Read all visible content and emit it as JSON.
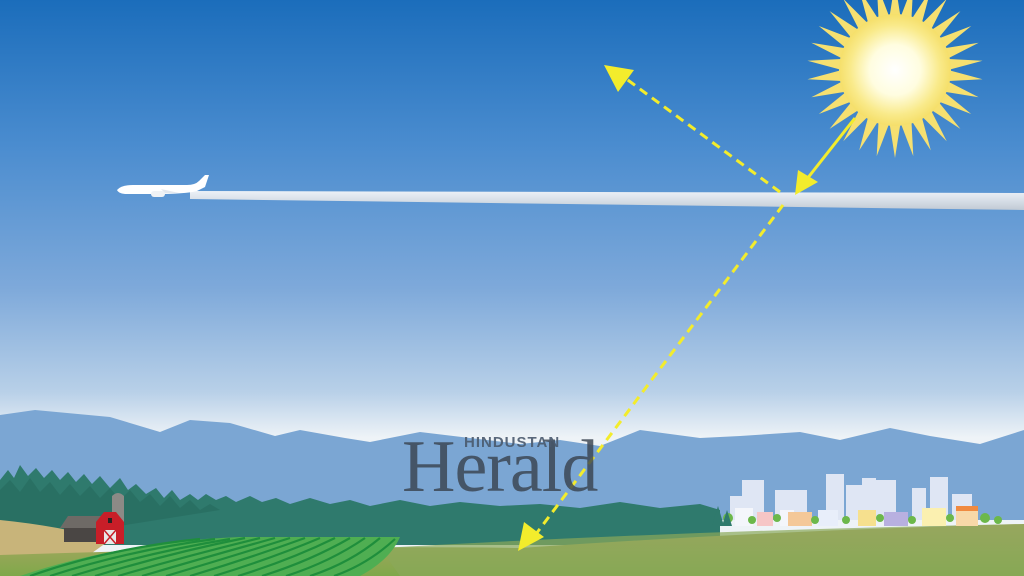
{
  "illustration": {
    "subject": "contrail reflecting and transmitting sunlight",
    "elements": [
      "sun",
      "airplane",
      "contrail",
      "reflected-ray",
      "incoming-ray",
      "transmitted-ray",
      "mountains",
      "forest",
      "barn",
      "crop-field",
      "city-skyline"
    ]
  },
  "watermark": {
    "top_text": "HINDUSTAN",
    "main_text": "Herald"
  },
  "colors": {
    "sky_top": "#1a6fbd",
    "sky_mid": "#6f9fd6",
    "sky_horizon": "#e8eef4",
    "sun_core": "#ffffff",
    "sun_rays": "#f7e27a",
    "arrow": "#f5ee2a",
    "mountains": "#7aa6d2",
    "forest": "#2f7b6e",
    "field": "#8fa85a",
    "crops": "#2fa04a",
    "barn": "#c8202a",
    "contrail": "#e6e9ee"
  }
}
